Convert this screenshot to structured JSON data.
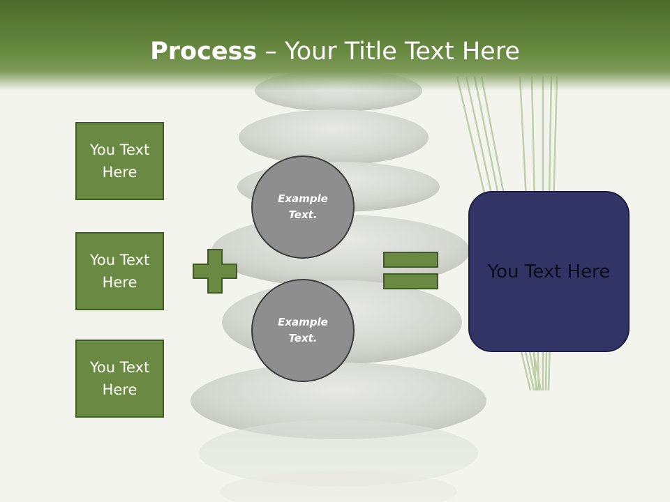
{
  "slide": {
    "title_bold": "Process",
    "title_rest": " – Your Title Text Here",
    "boxes": [
      {
        "label": "You Text Here"
      },
      {
        "label": "You Text Here"
      },
      {
        "label": "You Text Here"
      }
    ],
    "circles": [
      {
        "label": "Example Text."
      },
      {
        "label": "Example Text."
      }
    ],
    "result": {
      "label": "You Text Here"
    }
  },
  "colors": {
    "header": "#66883f",
    "box_fill": "#6a8a43",
    "box_border": "#3f5a22",
    "circle_fill": "#8e8e8e",
    "result_fill": "#333466"
  },
  "icons": {
    "plus": "plus-icon",
    "equals": "equals-icon"
  }
}
